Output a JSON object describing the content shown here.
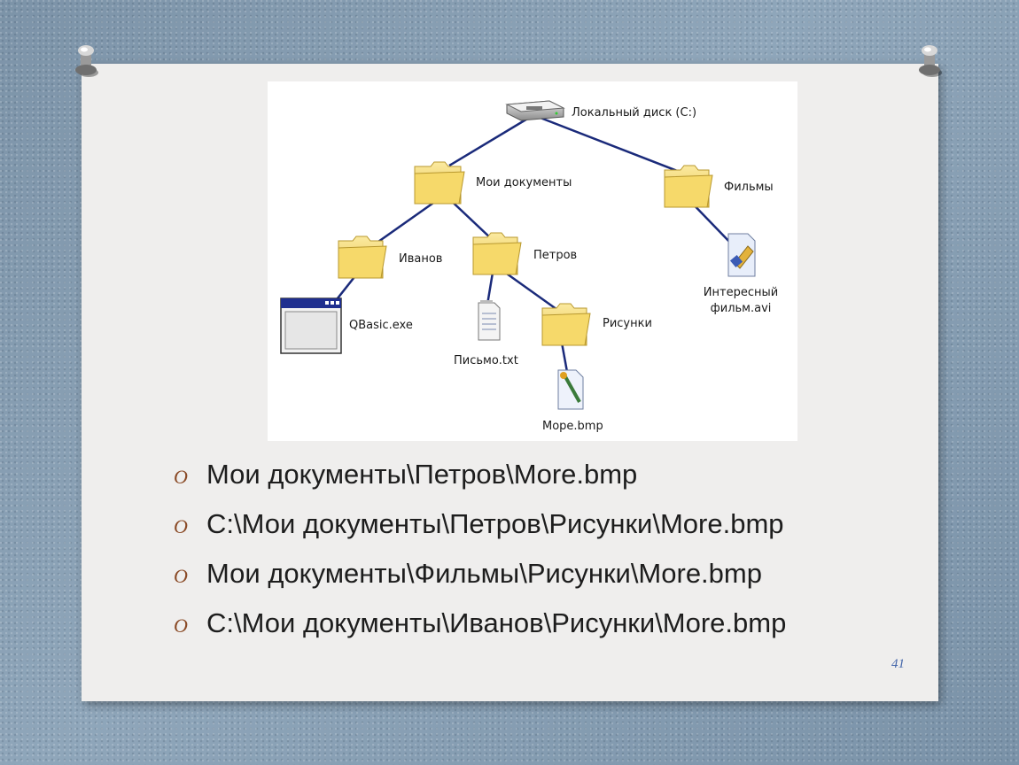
{
  "diagram": {
    "nodes": {
      "drive": "Локальный диск (C:)",
      "my_docs": "Мои документы",
      "films": "Фильмы",
      "ivanov": "Иванов",
      "petrov": "Петров",
      "qbasic": "QBasic.exe",
      "letter": "Письмо.txt",
      "pictures": "Рисунки",
      "film_avi_line1": "Интересный",
      "film_avi_line2": "фильм.avi",
      "sea_bmp": "Море.bmp"
    }
  },
  "bullets": [
    {
      "marker": "O",
      "text": "Мои документы\\Петров\\More.bmp"
    },
    {
      "marker": "O",
      "text": "C:\\Мои документы\\Петров\\Рисунки\\More.bmp"
    },
    {
      "marker": "O",
      "text": "Мои документы\\Фильмы\\Рисунки\\More.bmp"
    },
    {
      "marker": "O",
      "text": "C:\\Мои документы\\Иванов\\Рисунки\\More.bmp"
    }
  ],
  "page_number": "41",
  "colors": {
    "tree_line": "#1a2a7a",
    "folder": "#f3d66a",
    "bullet_marker": "#8a4a26",
    "page_number": "#4466aa"
  }
}
